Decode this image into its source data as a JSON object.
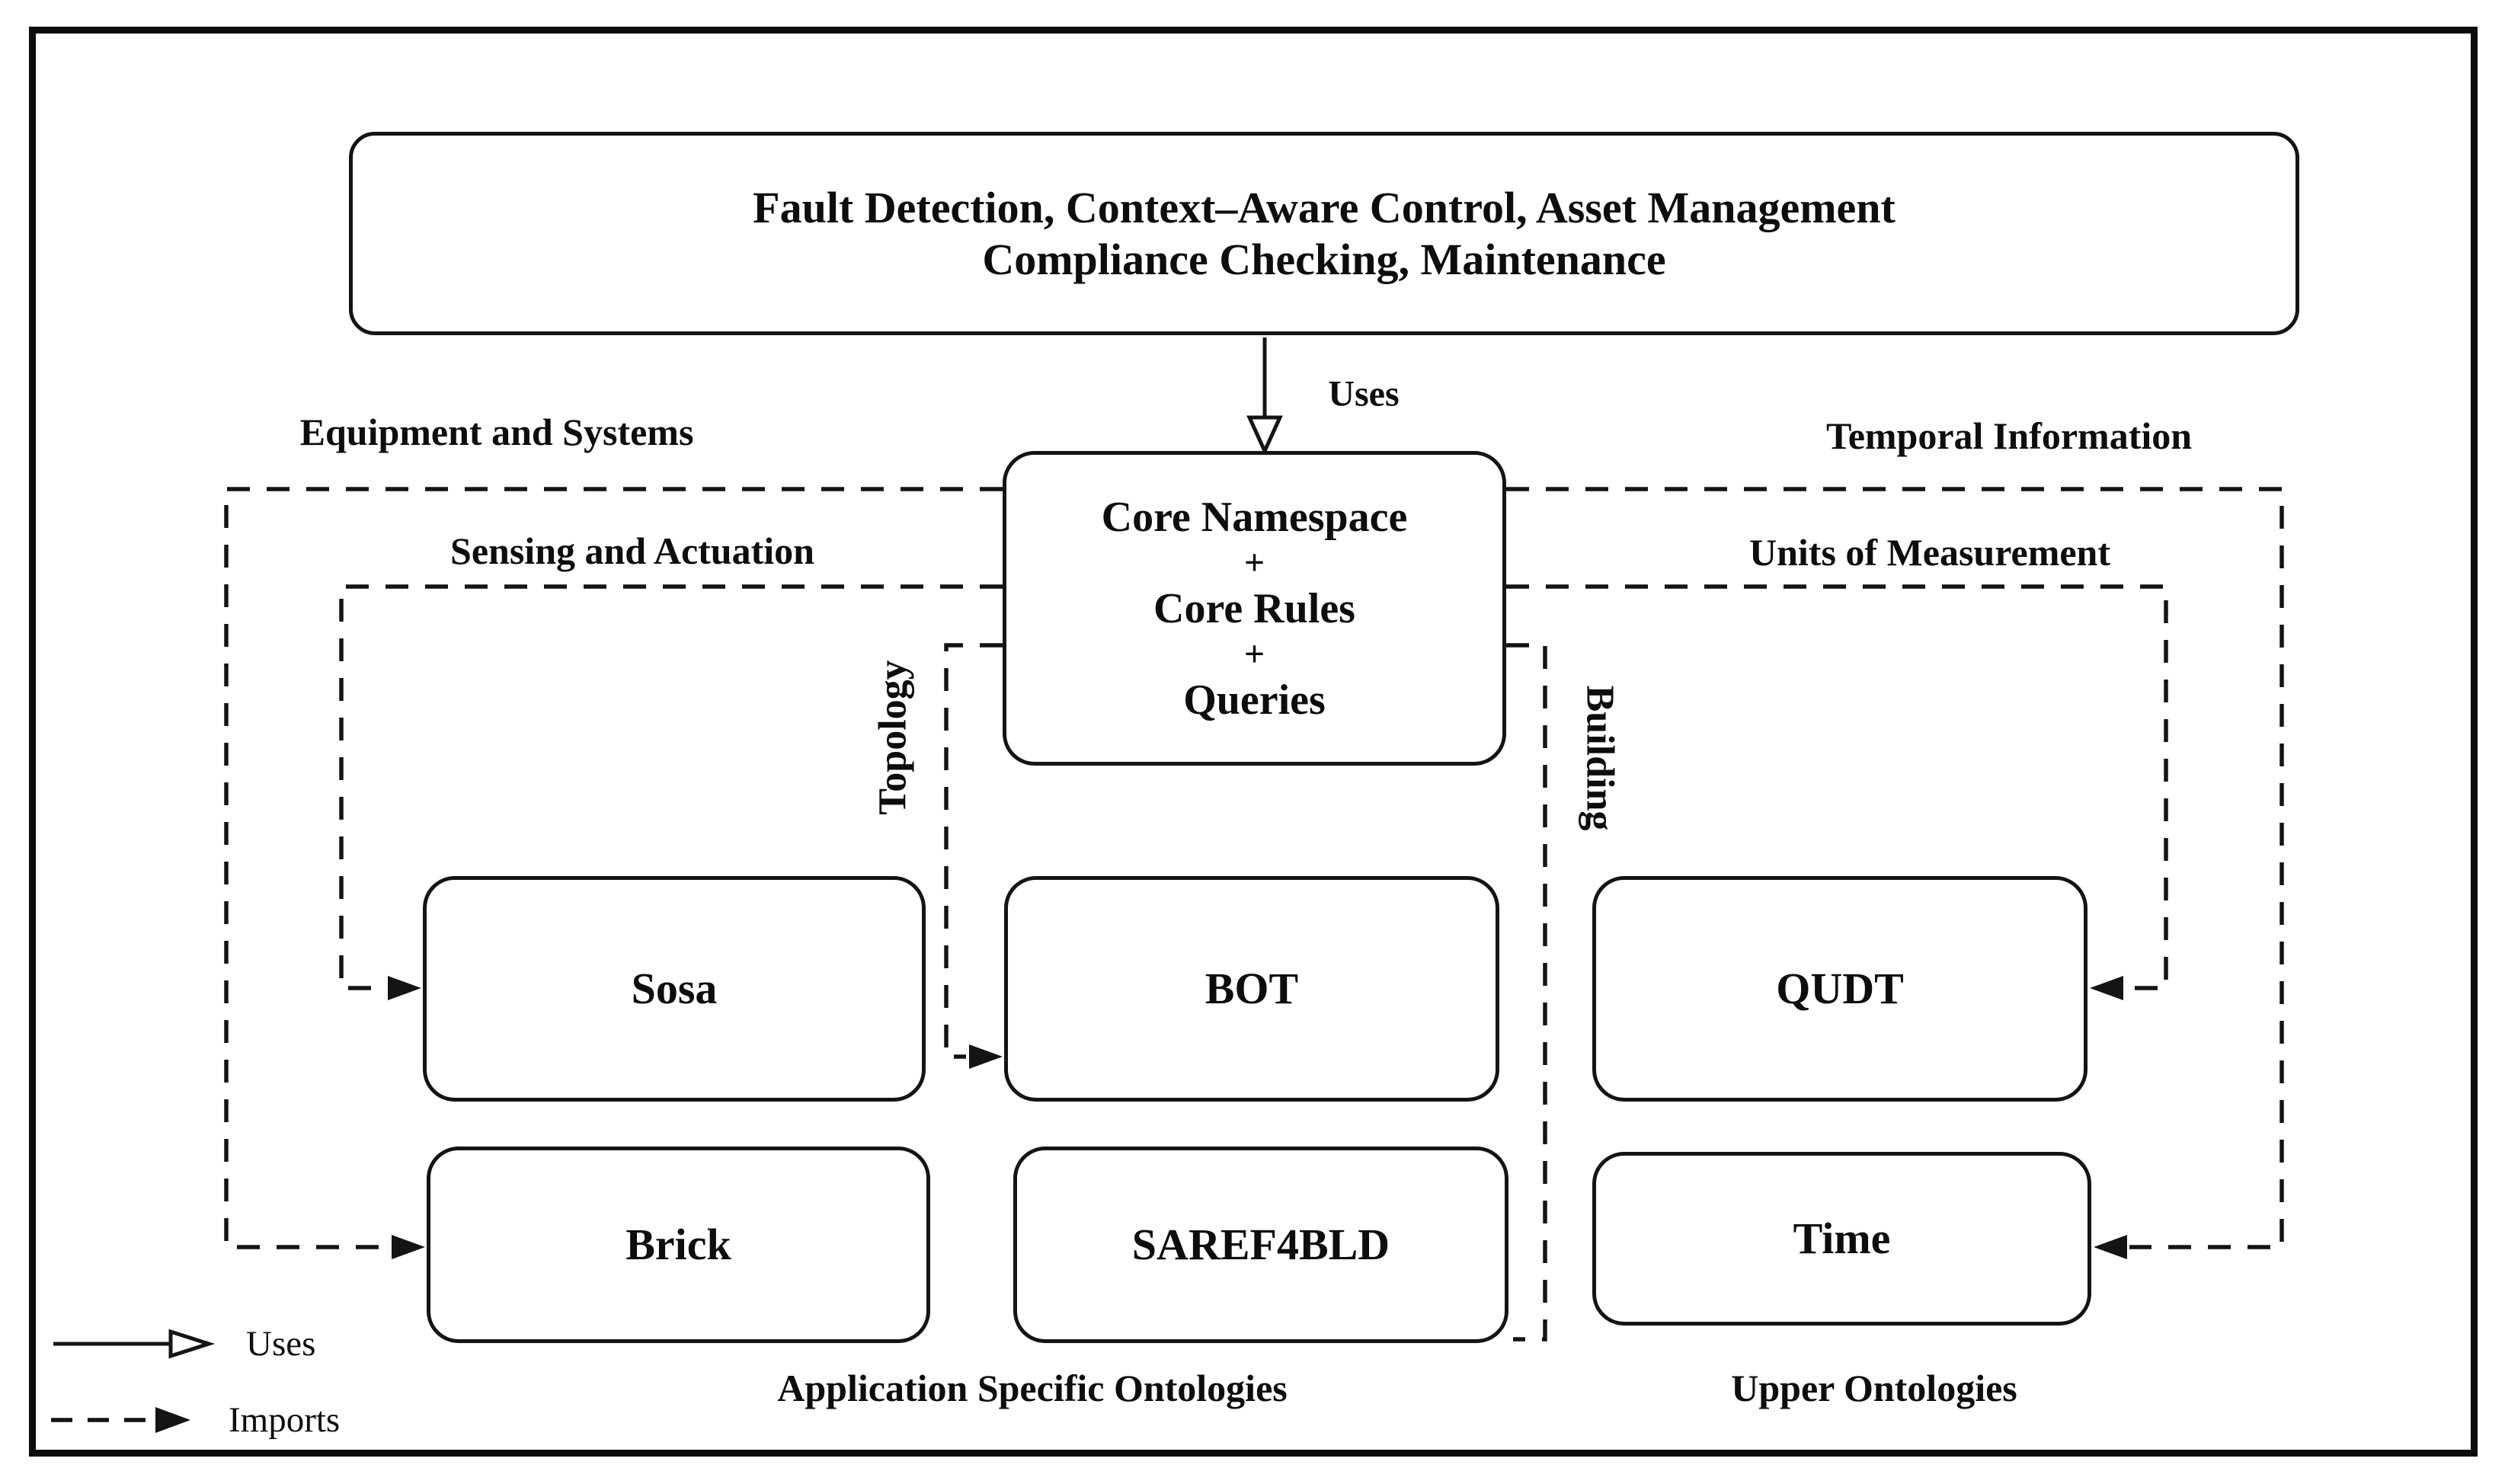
{
  "colors": {
    "ink": "#141414",
    "background": "#ffffff"
  },
  "top_box": {
    "line1": "Fault Detection, Context–Aware Control, Asset Management",
    "line2": "Compliance Checking, Maintenance"
  },
  "uses_arrow_label": "Uses",
  "core_box": {
    "lines": [
      "Core Namespace",
      "+",
      "Core Rules",
      "+",
      "Queries"
    ]
  },
  "regions": {
    "equipment": "Equipment and Systems",
    "temporal": "Temporal Information",
    "sensing": "Sensing and  Actuation",
    "units": "Units of Measurement",
    "topology": "Topology",
    "building": "Building"
  },
  "nodes": {
    "sosa": "Sosa",
    "bot": "BOT",
    "qudt": "QUDT",
    "brick": "Brick",
    "saref4bld": "SAREF4BLD",
    "time": "Time"
  },
  "groups": {
    "application": "Application Specific Ontologies",
    "upper": "Upper Ontologies"
  },
  "legend": {
    "uses": "Uses",
    "imports": "Imports"
  }
}
